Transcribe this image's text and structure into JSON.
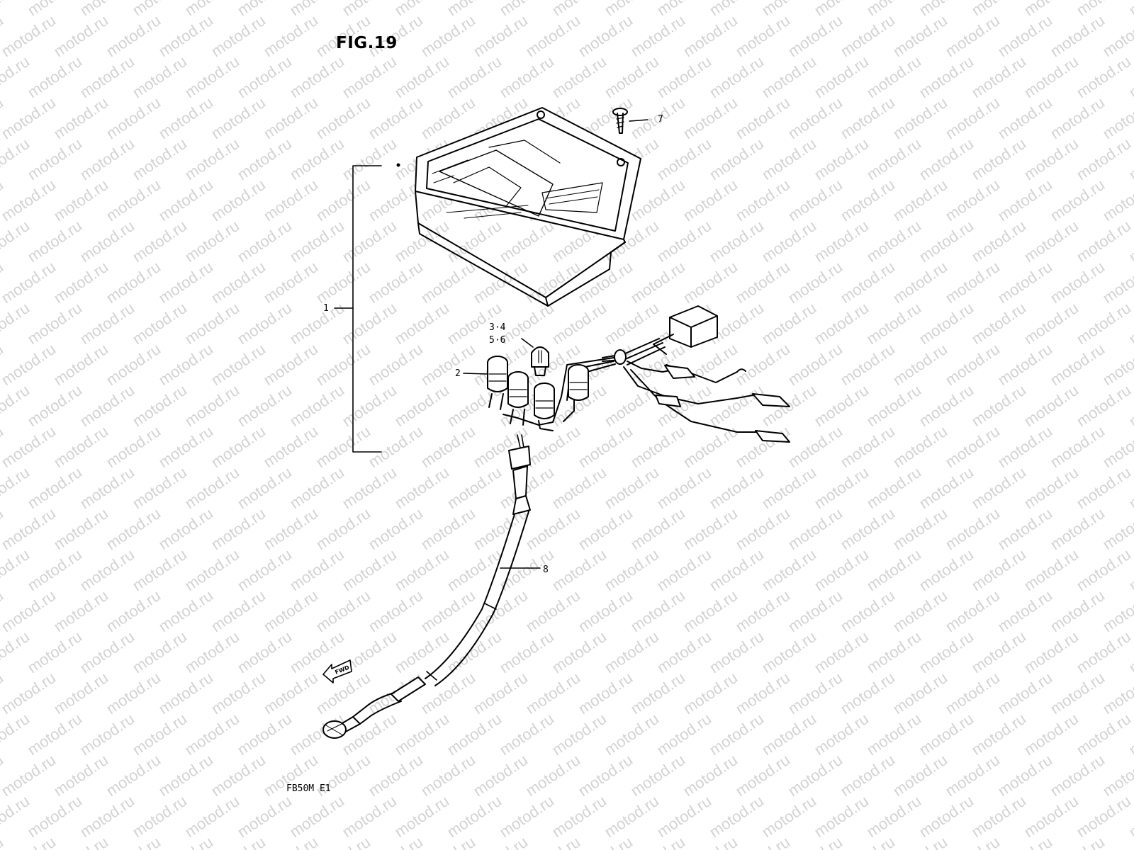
{
  "figure": {
    "title": "FIG.19",
    "model_code": "FB50M E1",
    "watermark": "motod.ru"
  },
  "callouts": {
    "c1": "1",
    "c2": "2",
    "c3456a": "3·4",
    "c3456b": "5·6",
    "c7": "7",
    "c8": "8"
  },
  "direction_arrow": {
    "label": "FWD"
  }
}
